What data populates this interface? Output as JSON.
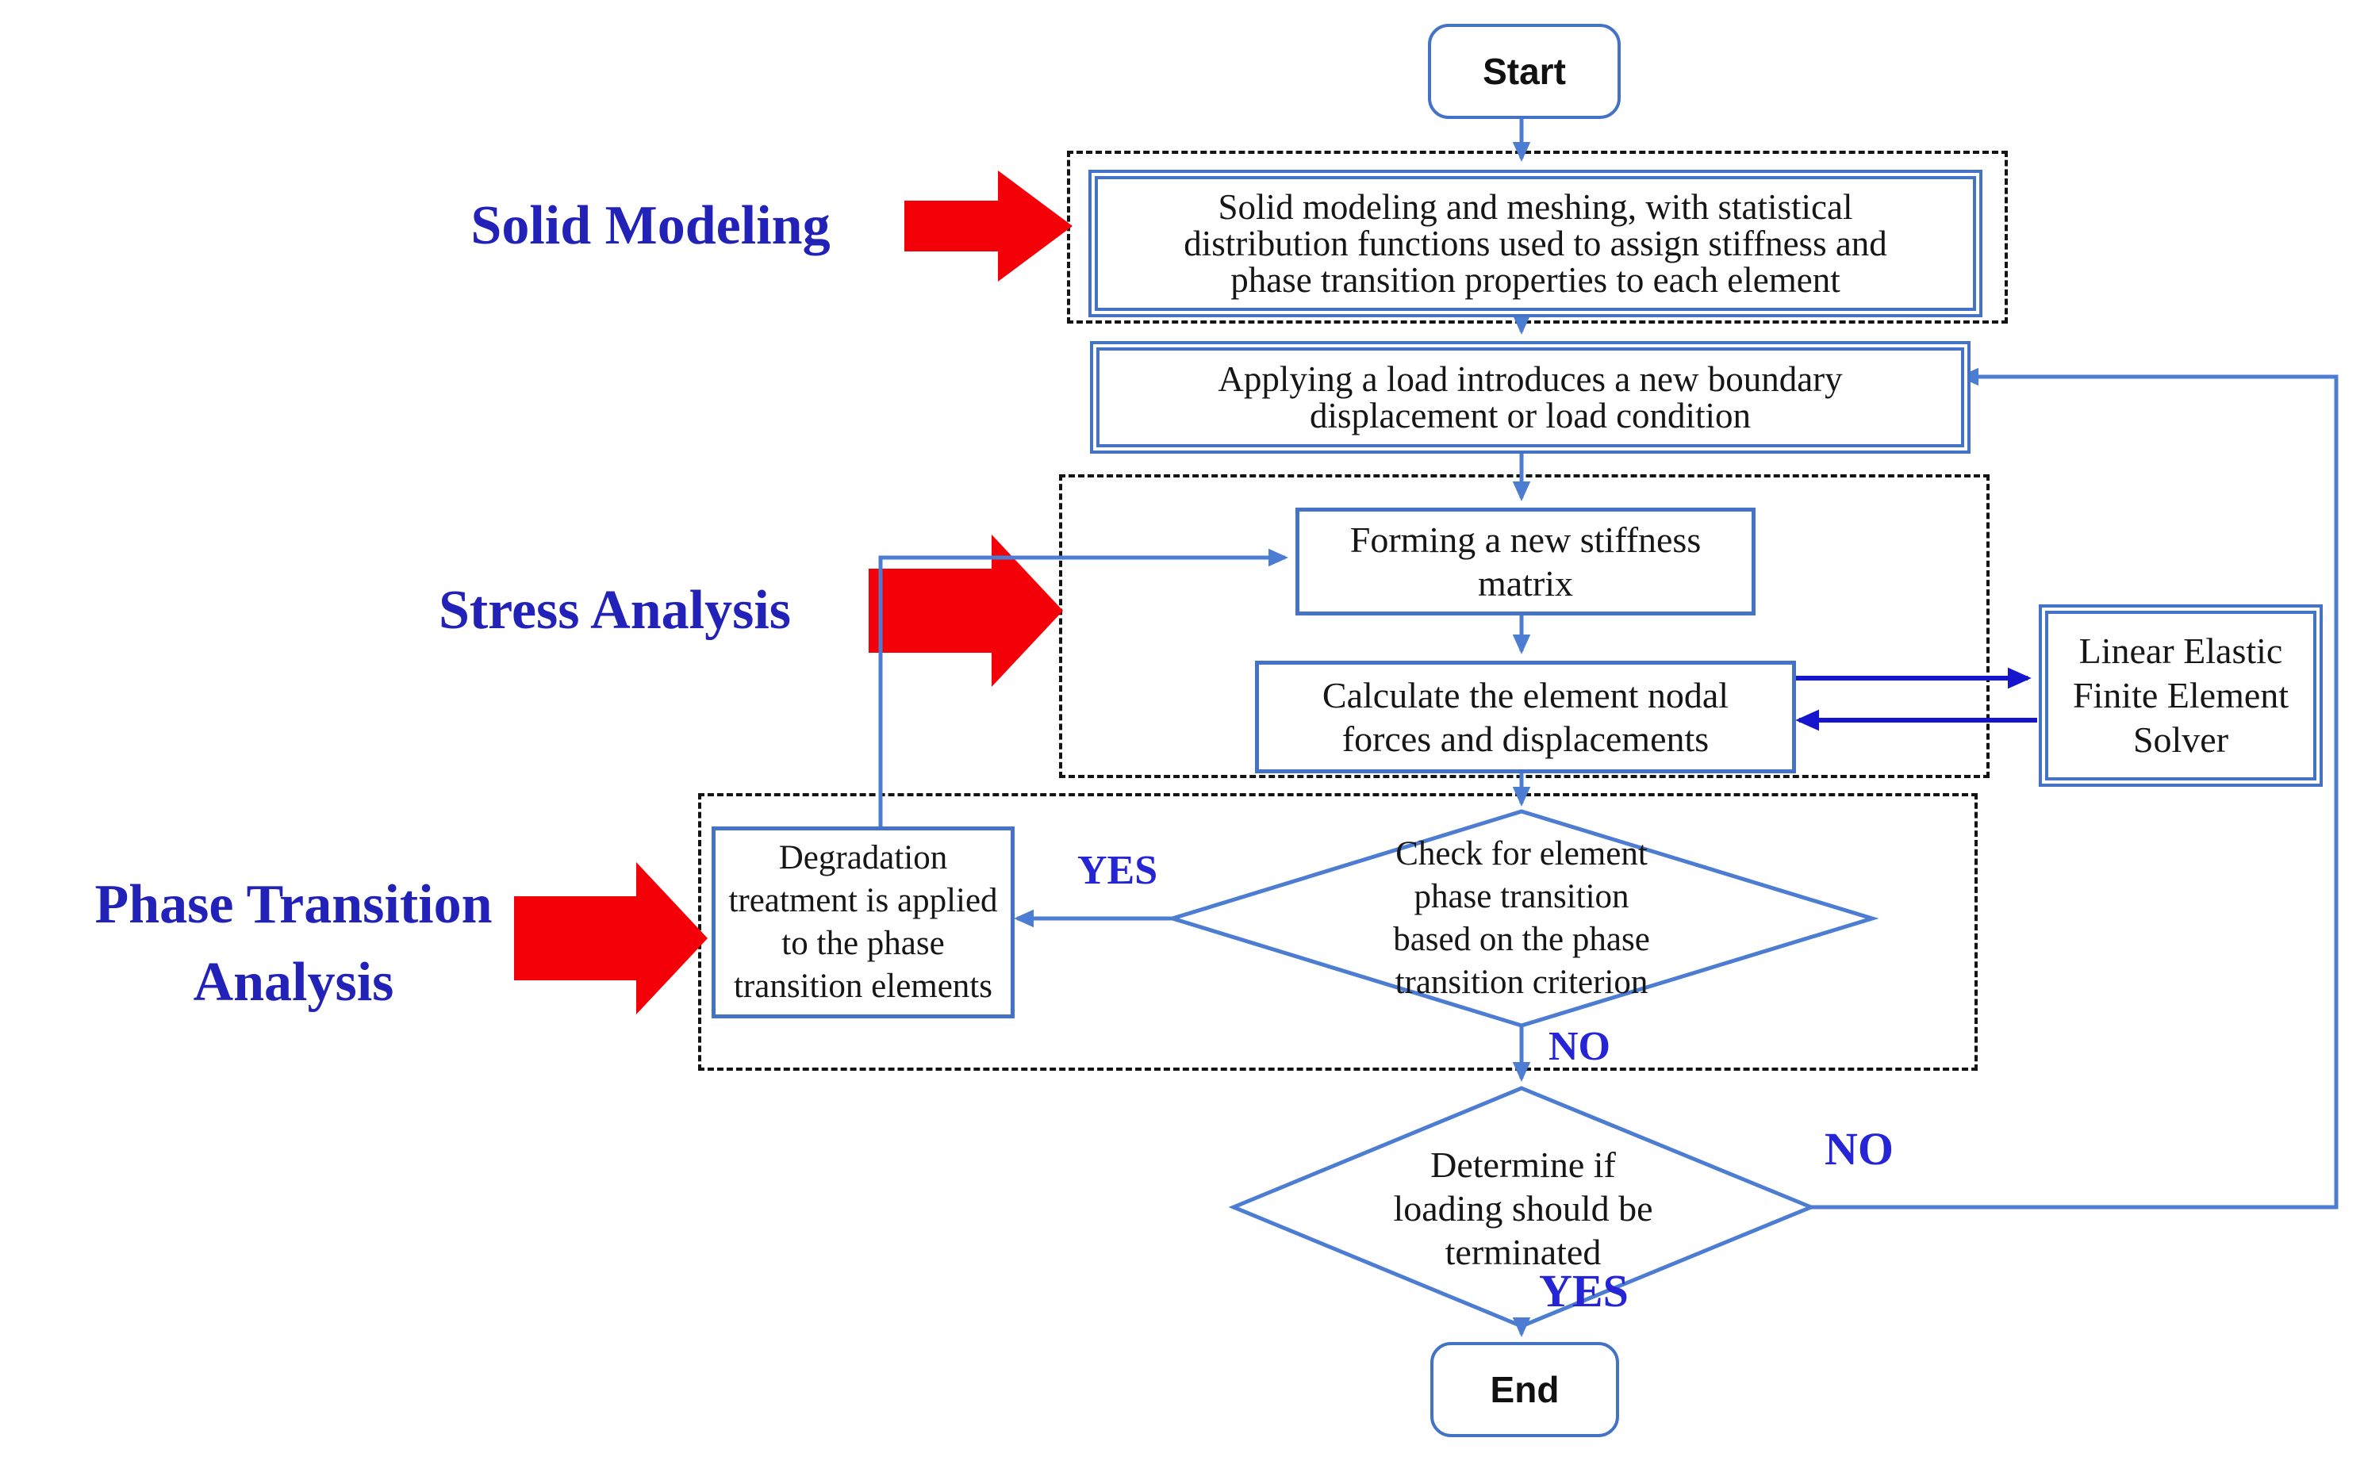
{
  "section_labels": {
    "solid": "Solid Modeling",
    "stress": "Stress Analysis",
    "phase": "Phase Transition\nAnalysis"
  },
  "nodes": {
    "start": "Start",
    "solid_modeling_box": "Solid modeling and meshing, with statistical\ndistribution functions used to assign stiffness and\nphase transition properties to each element",
    "applying": "Applying a load introduces a new boundary\ndisplacement or load condition",
    "forming": "Forming a new stiffness\nmatrix",
    "calculate": "Calculate the element nodal\nforces and displacements",
    "solver": "Linear Elastic\nFinite Element\nSolver",
    "degradation": "Degradation\ntreatment is applied\nto the phase\ntransition elements",
    "check_diamond": "Check for element\nphase transition\nbased on the phase\ntransition criterion",
    "determine_diamond": "Determine if\nloading should be\nterminated",
    "end": "End"
  },
  "branch_labels": {
    "yes_left": "YES",
    "no_down": "NO",
    "no_right": "NO",
    "yes_down": "YES"
  },
  "colors": {
    "accent": "#4472C4",
    "line": "#4d7dd2",
    "dark_link": "#1515CE",
    "label_blue": "#2222B8",
    "branch_blue": "#2525D5",
    "red": "#F40008"
  }
}
